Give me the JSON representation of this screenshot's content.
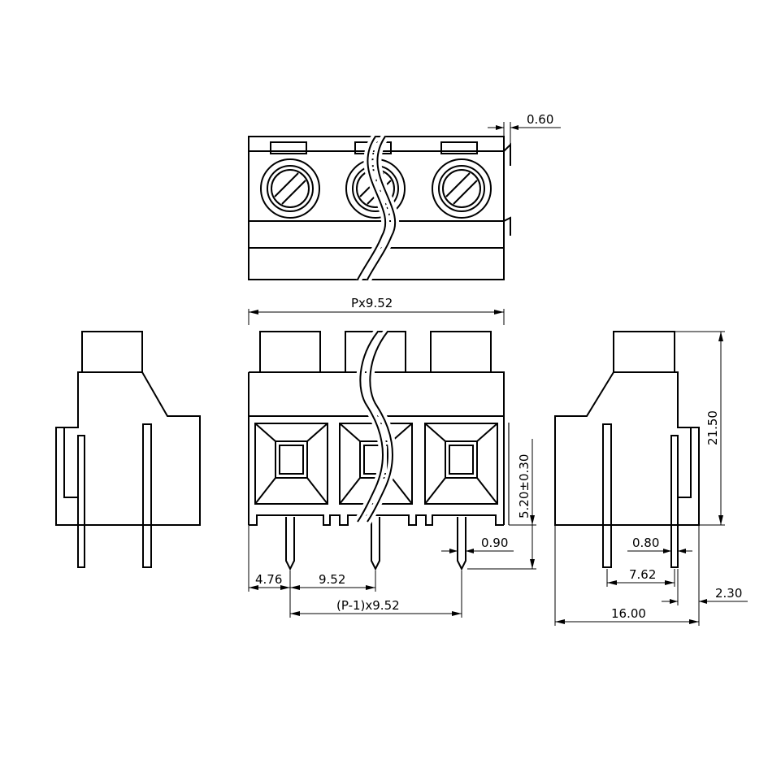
{
  "dimensions": {
    "top_thickness": "0.60",
    "pitch_total": "Px9.52",
    "overall_height": "21.50",
    "pin_height": "5.20±0.30",
    "pin_width": "0.90",
    "edge_offset": "4.76",
    "pitch": "9.52",
    "pin_span": "(P-1)x9.52",
    "pin_thickness": "0.80",
    "row_spacing": "7.62",
    "side_offset": "2.30",
    "overall_depth": "16.00"
  }
}
